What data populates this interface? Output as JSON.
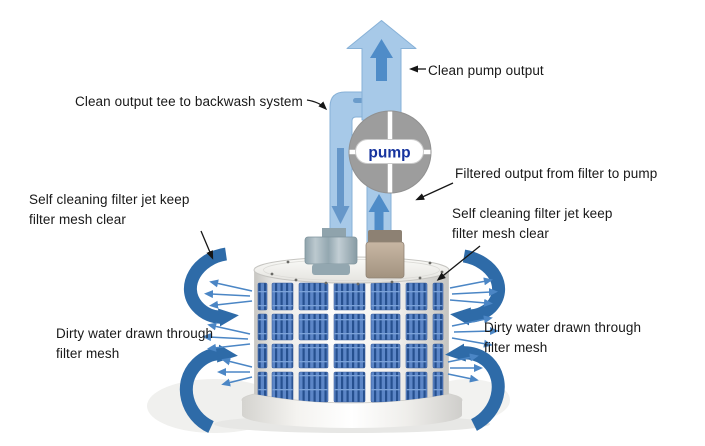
{
  "diagram": {
    "labels": {
      "clean_pump_output": "Clean pump output",
      "clean_output_tee": "Clean output tee to backwash system",
      "filtered_output": "Filtered output from filter to pump",
      "self_cleaning_left": "Self cleaning filter jet keep\nfilter mesh clear",
      "self_cleaning_right": "Self cleaning filter jet keep\nfilter mesh clear",
      "dirty_water_left": "Dirty water drawn through\nfilter mesh",
      "dirty_water_right": "Dirty water drawn through\nfilter mesh",
      "pump": "pump"
    },
    "colors": {
      "pipe_light_blue": "#a7c9e8",
      "pipe_outline_blue": "#87b1d7",
      "flow_arrow_blue": "#4f8cc8",
      "backwash_arrow_blue": "#6697c9",
      "curved_arrow_blue": "#2e6ba8",
      "jet_arrow_blue": "#4b86c5",
      "pump_body_grey": "#9d9d9d",
      "pump_text_navy": "#16339e",
      "mesh_blue": "#5c86c7",
      "mesh_slat_dark_blue": "#26508f",
      "drum_white": "#fcfcfb",
      "fitting_tan": "#b0a08c",
      "fitting_grey_blue": "#9bafb8",
      "label_text": "#181818"
    }
  }
}
